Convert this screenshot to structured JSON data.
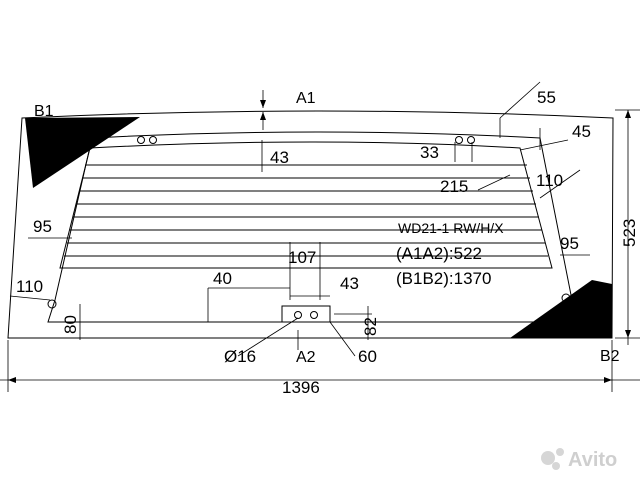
{
  "diagram": {
    "points": {
      "a1": "A1",
      "a2": "A2",
      "b1": "B1",
      "b2": "B2"
    },
    "dimensions": {
      "d55": "55",
      "d45": "45",
      "d43_top": "43",
      "d33": "33",
      "d215": "215",
      "d110_right": "110",
      "d95_left": "95",
      "d95_right": "95",
      "d107": "107",
      "d40": "40",
      "d43_low": "43",
      "d110_left": "110",
      "d80": "80",
      "d82": "82",
      "d16": "Ø16",
      "d60": "60",
      "d523": "523",
      "d1396": "1396"
    },
    "info": {
      "code": "WD21-1 RW/H/X",
      "a1a2": "(A1A2):522",
      "b1b2": "(B1B2):1370"
    },
    "watermark": "Avito",
    "colors": {
      "line": "#000000",
      "fill_black": "#000000",
      "watermark": "#cfcfcf"
    }
  }
}
